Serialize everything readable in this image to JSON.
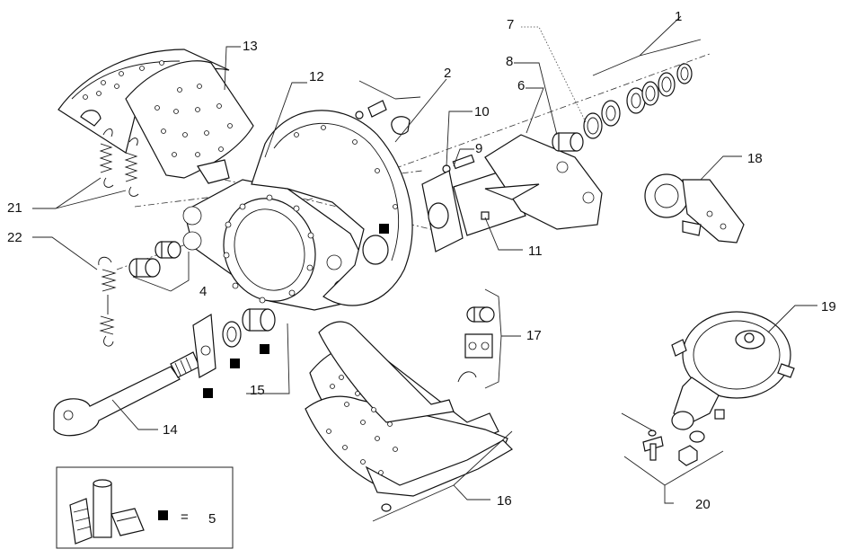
{
  "callouts": {
    "c1": "1",
    "c2": "2",
    "c4": "4",
    "c6": "6",
    "c7": "7",
    "c8": "8",
    "c9": "9",
    "c10": "10",
    "c11": "11",
    "c12": "12",
    "c13": "13",
    "c14": "14",
    "c15": "15",
    "c16": "16",
    "c17": "17",
    "c18": "18",
    "c19": "19",
    "c20": "20",
    "c21": "21",
    "c22": "22"
  },
  "legend": {
    "equals": "=",
    "value": "5"
  }
}
